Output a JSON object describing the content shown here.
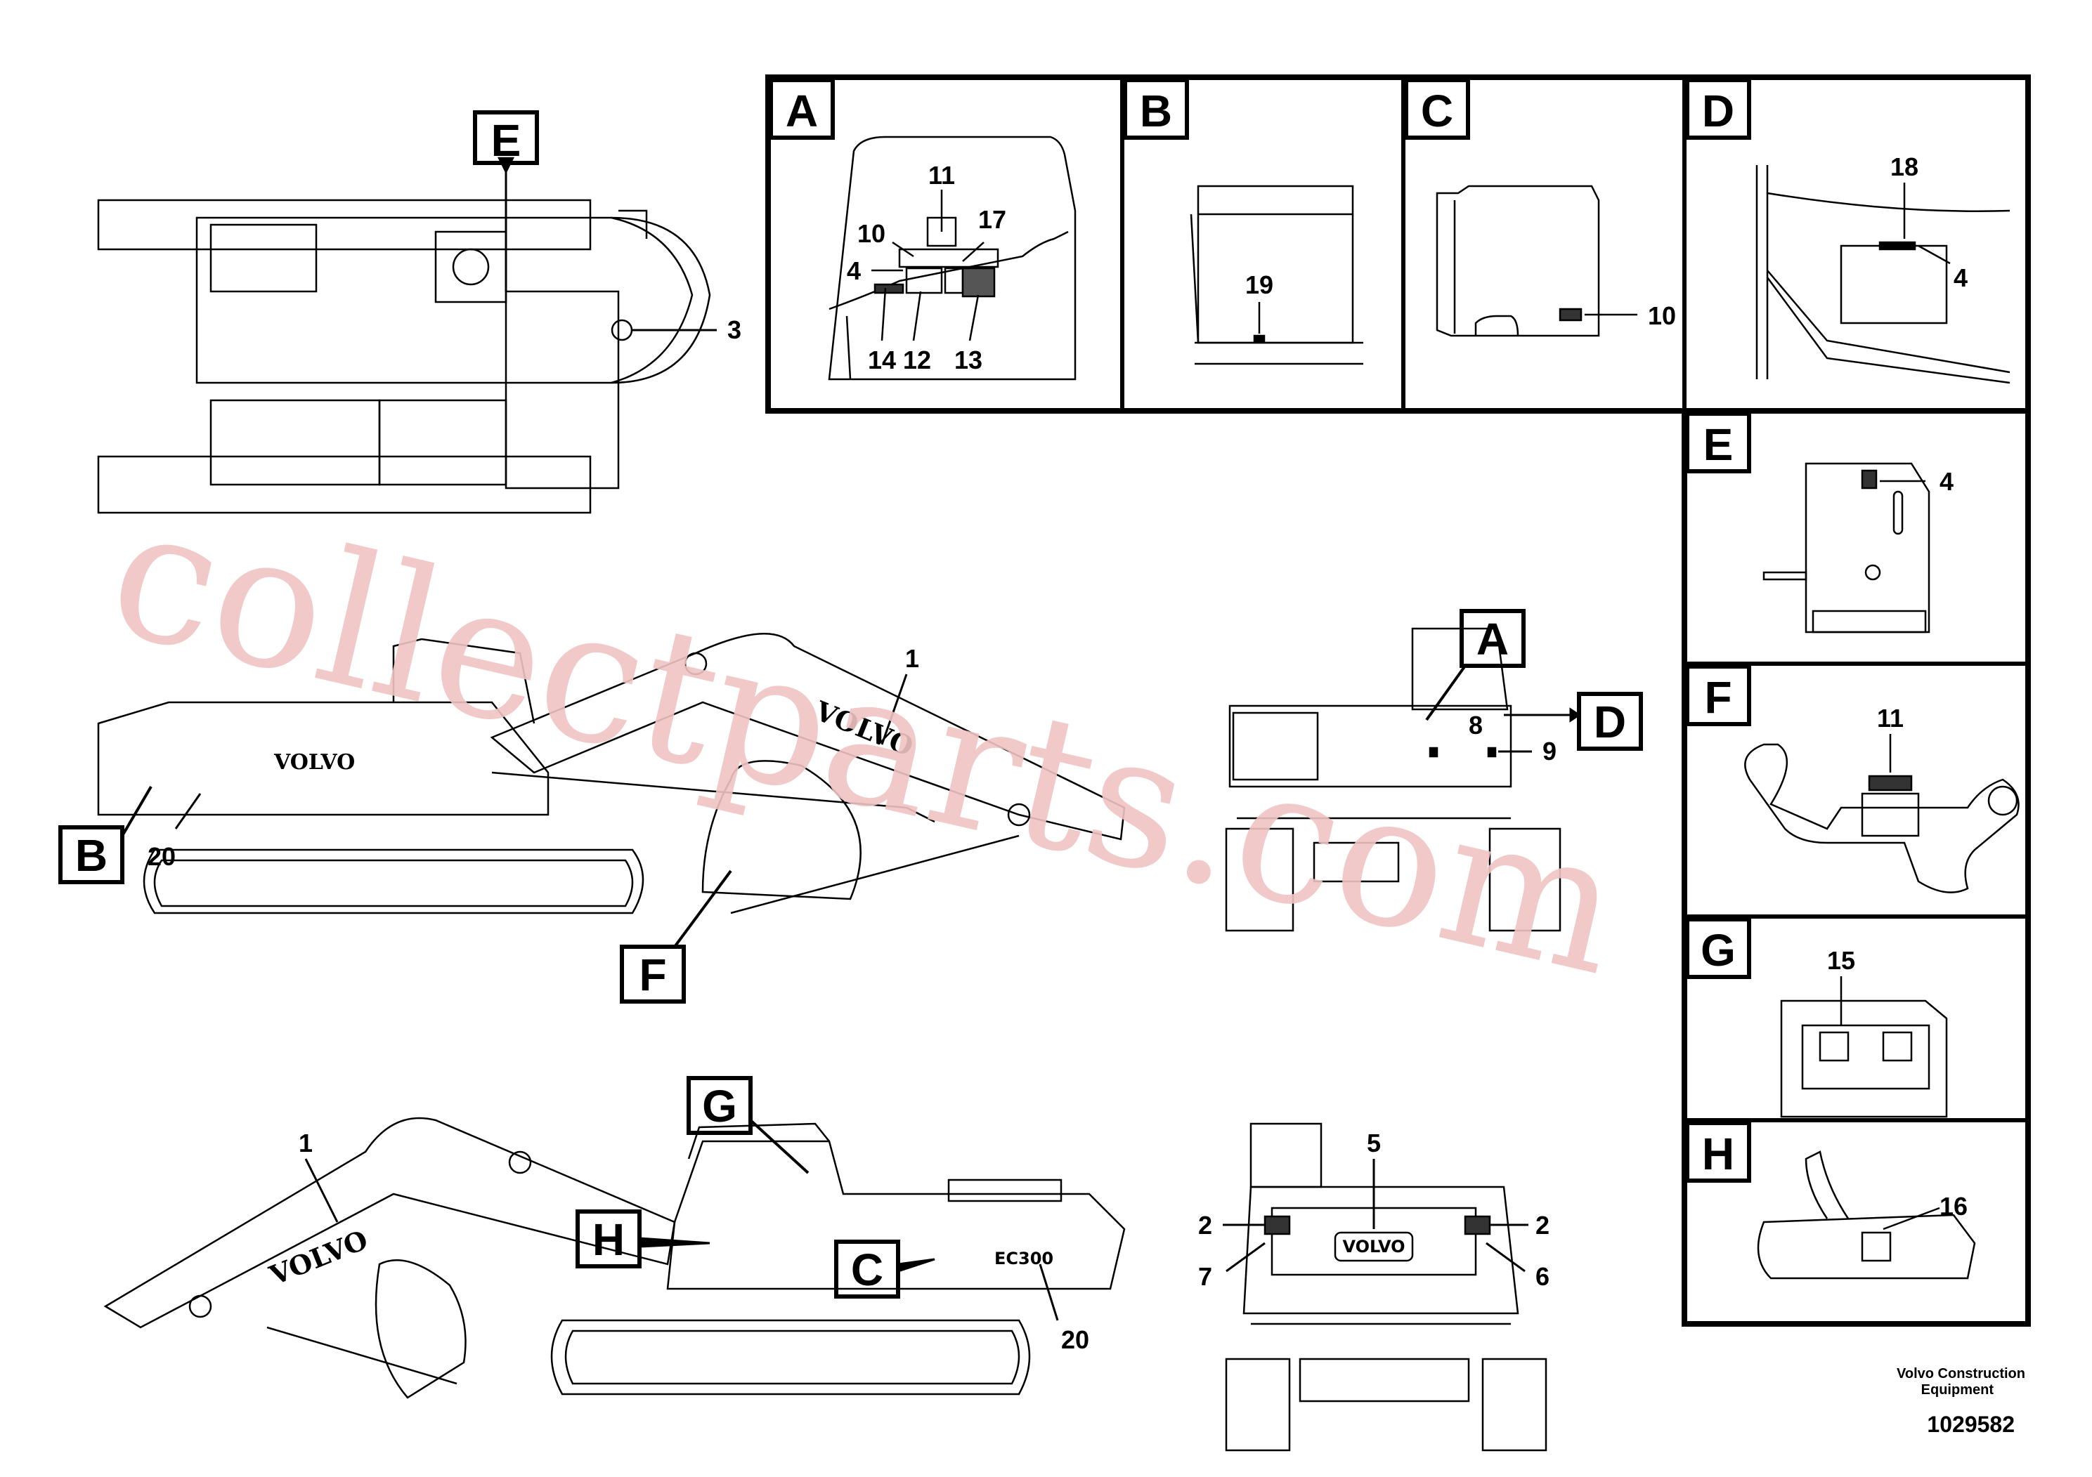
{
  "brand_text": "VOLVO",
  "model_badge": "EC300",
  "watermark": "collectparts.com",
  "footer": {
    "company_line1": "Volvo Construction",
    "company_line2": "Equipment",
    "part_number": "1029582"
  },
  "detail_panels": [
    {
      "letter": "A",
      "callouts": [
        "11",
        "10",
        "17",
        "4",
        "14",
        "12",
        "13"
      ]
    },
    {
      "letter": "B",
      "callouts": [
        "19"
      ]
    },
    {
      "letter": "C",
      "callouts": [
        "10"
      ]
    },
    {
      "letter": "D",
      "callouts": [
        "18",
        "4"
      ]
    },
    {
      "letter": "E",
      "callouts": [
        "4"
      ]
    },
    {
      "letter": "F",
      "callouts": [
        "11"
      ]
    },
    {
      "letter": "G",
      "callouts": [
        "15"
      ]
    },
    {
      "letter": "H",
      "callouts": [
        "16"
      ]
    }
  ],
  "view_labels": {
    "top_view": {
      "letter": "E",
      "callouts": [
        "3"
      ]
    },
    "side_view_left": {
      "letters": [
        "B",
        "F"
      ],
      "callouts": [
        "1",
        "20"
      ]
    },
    "rear_view_top": {
      "letters": [
        "A",
        "D"
      ],
      "callouts": [
        "8",
        "9"
      ]
    },
    "side_view_right": {
      "letters": [
        "G",
        "H",
        "C"
      ],
      "callouts": [
        "1",
        "20"
      ]
    },
    "front_view": {
      "callouts": [
        "5",
        "2",
        "2",
        "7",
        "6"
      ]
    }
  },
  "colors": {
    "line": "#000000",
    "watermark": "#f0c4c4",
    "background": "#ffffff"
  }
}
